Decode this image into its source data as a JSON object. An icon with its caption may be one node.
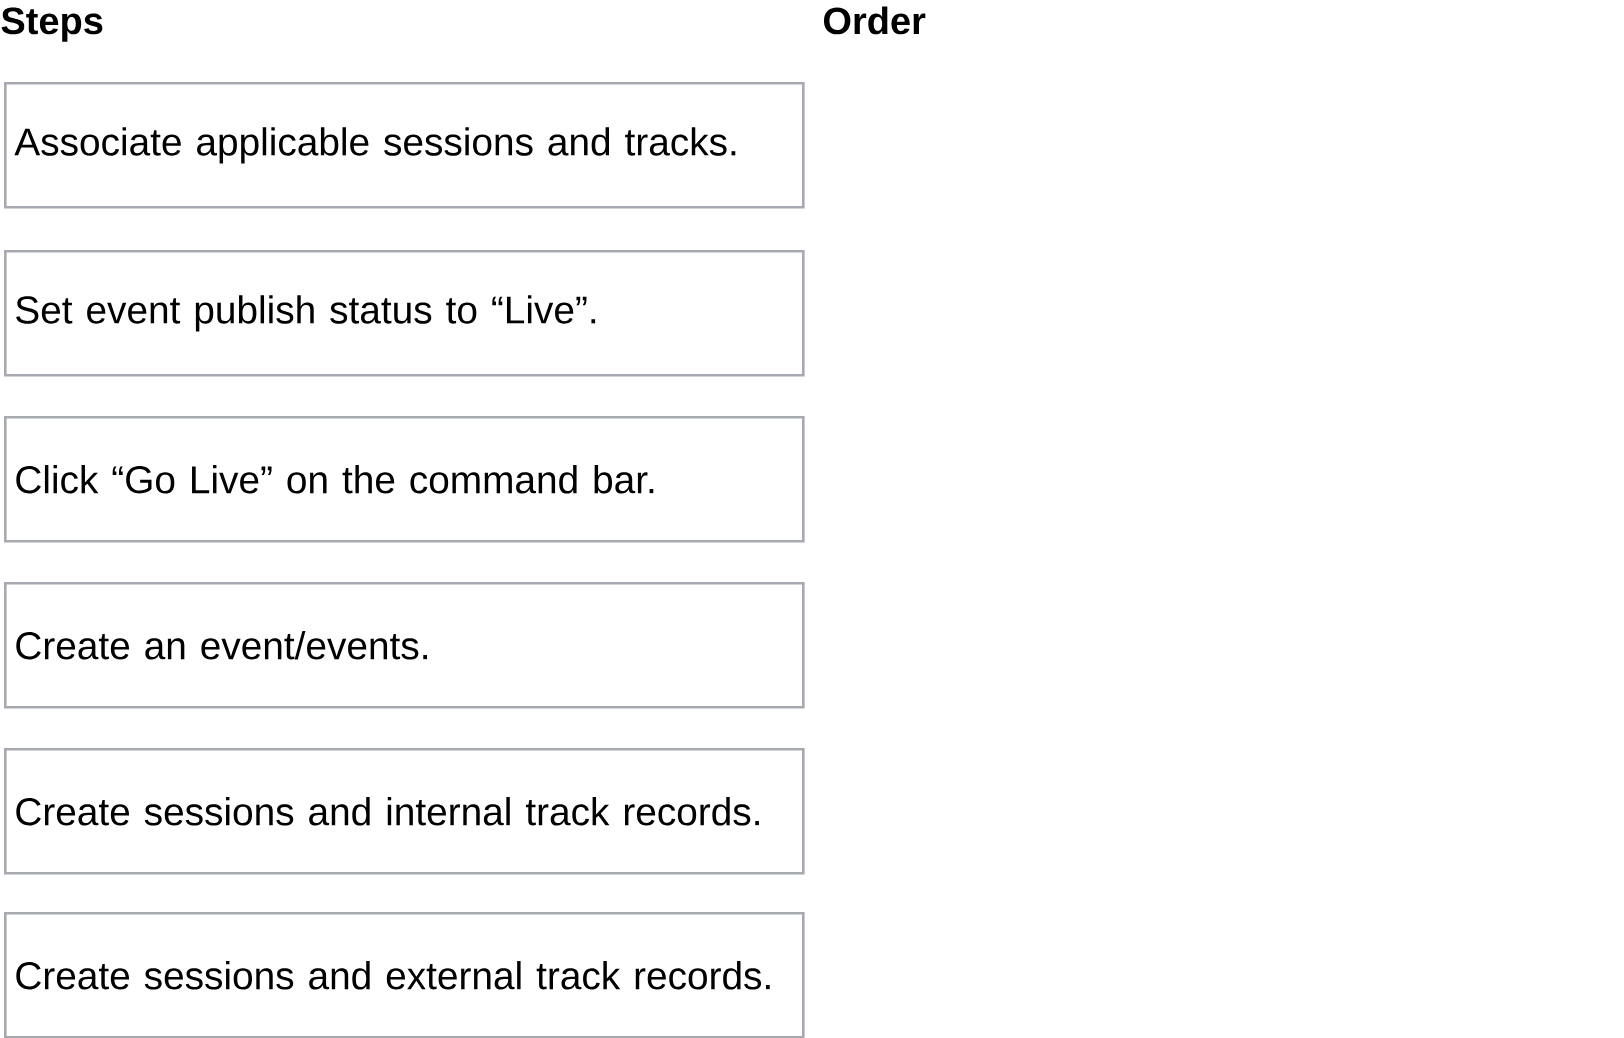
{
  "diagram": {
    "nodes": [
      {
        "text": [
          "Associate applicable sessions and tracks."
        ]
      },
      {
        "text": [
          "Set event publish status to “Live”."
        ]
      },
      {
        "text": [
          "Click “Go Live” on the command bar."
        ]
      },
      {
        "text": [
          "Create an event/events."
        ]
      },
      {
        "text": [
          "Create sessions and internal track records."
        ]
      },
      {
        "text": [
          "Create sessions and external track records."
        ]
      }
    ],
    "labels": [
      "Steps",
      "Order"
    ]
  }
}
